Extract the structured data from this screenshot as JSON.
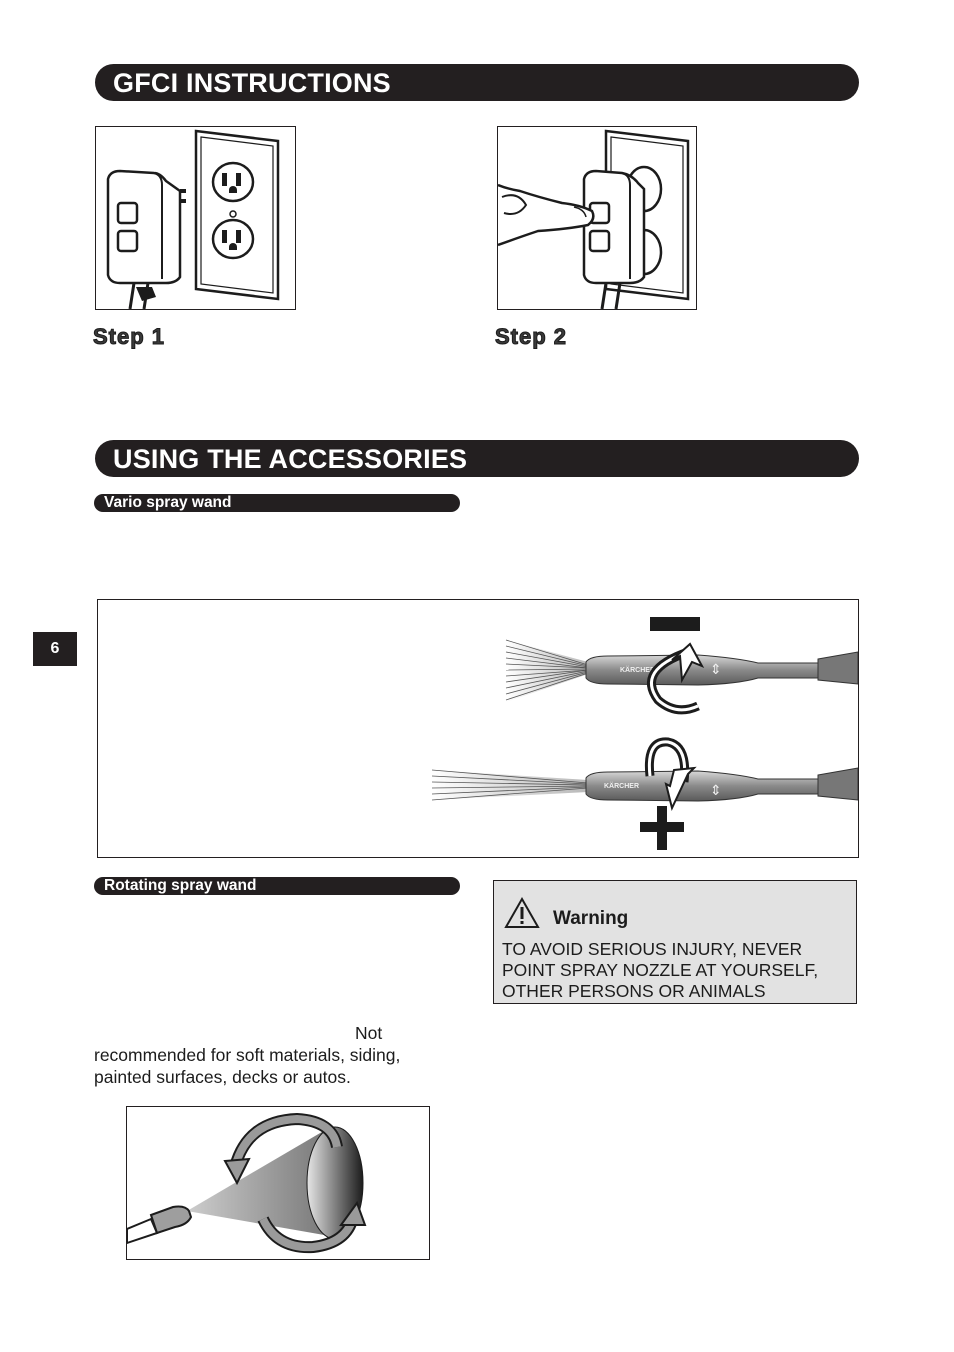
{
  "sections": {
    "gfci": {
      "title": "GFCI INSTRUCTIONS"
    },
    "accessories": {
      "title": "USING THE ACCESSORIES"
    }
  },
  "steps": [
    {
      "label": "Step 1"
    },
    {
      "label": "Step 2"
    }
  ],
  "subsections": {
    "vario": {
      "title": "Vario spray wand"
    },
    "rotating": {
      "title": "Rotating spray wand"
    }
  },
  "page_number": "6",
  "vario_figure": {
    "brand": "KÄRCHER"
  },
  "rotating_text": {
    "line1": "Not",
    "line2": "recommended for soft materials, siding,",
    "line3": "painted surfaces, decks or autos."
  },
  "warning": {
    "heading": "Warning",
    "line1": "TO AVOID SERIOUS INJURY, NEVER",
    "line2": "POINT SPRAY NOZZLE  AT YOURSELF,",
    "line3": "OTHER PERSONS  OR ANIMALS",
    "icon": "warning-triangle-icon"
  }
}
